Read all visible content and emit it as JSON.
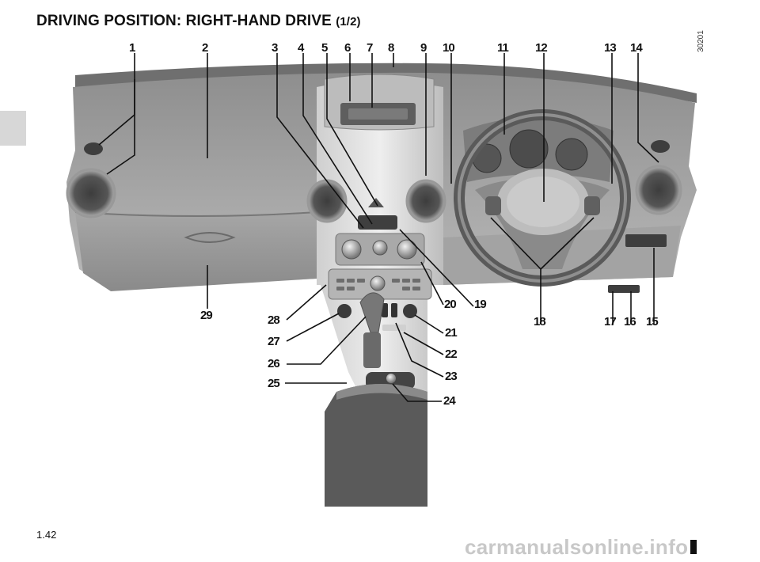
{
  "header": {
    "title": "DRIVING POSITION: RIGHT-HAND DRIVE",
    "title_suffix": "(1/2)"
  },
  "figure": {
    "reference_code": "30201",
    "callouts": [
      "1",
      "2",
      "3",
      "4",
      "5",
      "6",
      "7",
      "8",
      "9",
      "10",
      "11",
      "12",
      "13",
      "14",
      "15",
      "16",
      "17",
      "18",
      "19",
      "20",
      "21",
      "22",
      "23",
      "24",
      "25",
      "26",
      "27",
      "28",
      "29"
    ]
  },
  "footer": {
    "page_number": "1.42",
    "watermark": "carmanualsonline.info"
  }
}
